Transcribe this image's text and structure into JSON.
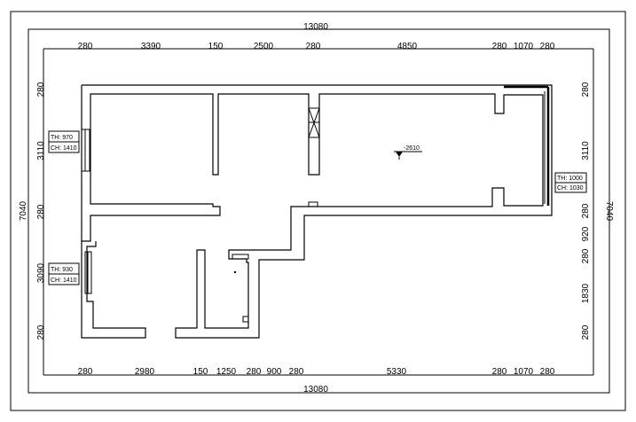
{
  "plan": {
    "overall_top": "13080",
    "overall_bottom": "13080",
    "overall_left": "7040",
    "overall_right": "7040",
    "top_dims": [
      "280",
      "3390",
      "150",
      "2500",
      "280",
      "4850",
      "280",
      "1070",
      "280"
    ],
    "bottom_dims": [
      "280",
      "2980",
      "150",
      "1250",
      "280",
      "900",
      "280",
      "5330",
      "280",
      "1070",
      "280"
    ],
    "left_dims": [
      "280",
      "3110",
      "280",
      "3090",
      "280"
    ],
    "right_dims": [
      "280",
      "3110",
      "280",
      "920",
      "280",
      "1830",
      "280"
    ],
    "elevation_mark": "-2610",
    "window_tags": [
      {
        "th": "TH: 970",
        "ch": "CH: 1410"
      },
      {
        "th": "TH: 930",
        "ch": "CH: 1410"
      },
      {
        "th": "TH: 1000",
        "ch": "CH: 1030"
      }
    ]
  }
}
